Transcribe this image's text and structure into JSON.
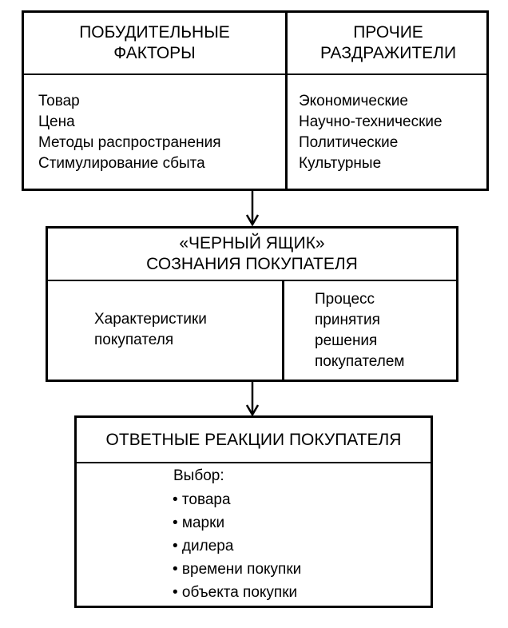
{
  "top_block": {
    "left_header": [
      "ПОБУДИТЕЛЬНЫЕ",
      "ФАКТОРЫ"
    ],
    "right_header": [
      "ПРОЧИЕ",
      "РАЗДРАЖИТЕЛИ"
    ],
    "left_items": [
      "Товар",
      "Цена",
      "Методы распространения",
      "Стимулирование сбыта"
    ],
    "right_items": [
      "Экономические",
      "Научно-технические",
      "Политические",
      "Культурные"
    ]
  },
  "middle_block": {
    "header": [
      "«ЧЕРНЫЙ ЯЩИК»",
      "СОЗНАНИЯ ПОКУПАТЕЛЯ"
    ],
    "left_items": [
      "Характеристики",
      "покупателя"
    ],
    "right_items": [
      "Процесс",
      "принятия",
      "решения",
      "покупателем"
    ]
  },
  "bottom_block": {
    "header": "ОТВЕТНЫЕ РЕАКЦИИ ПОКУПАТЕЛЯ",
    "choice_label": "Выбор:",
    "items": [
      "• товара",
      "• марки",
      "• дилера",
      "• времени покупки",
      "• объекта покупки"
    ]
  }
}
